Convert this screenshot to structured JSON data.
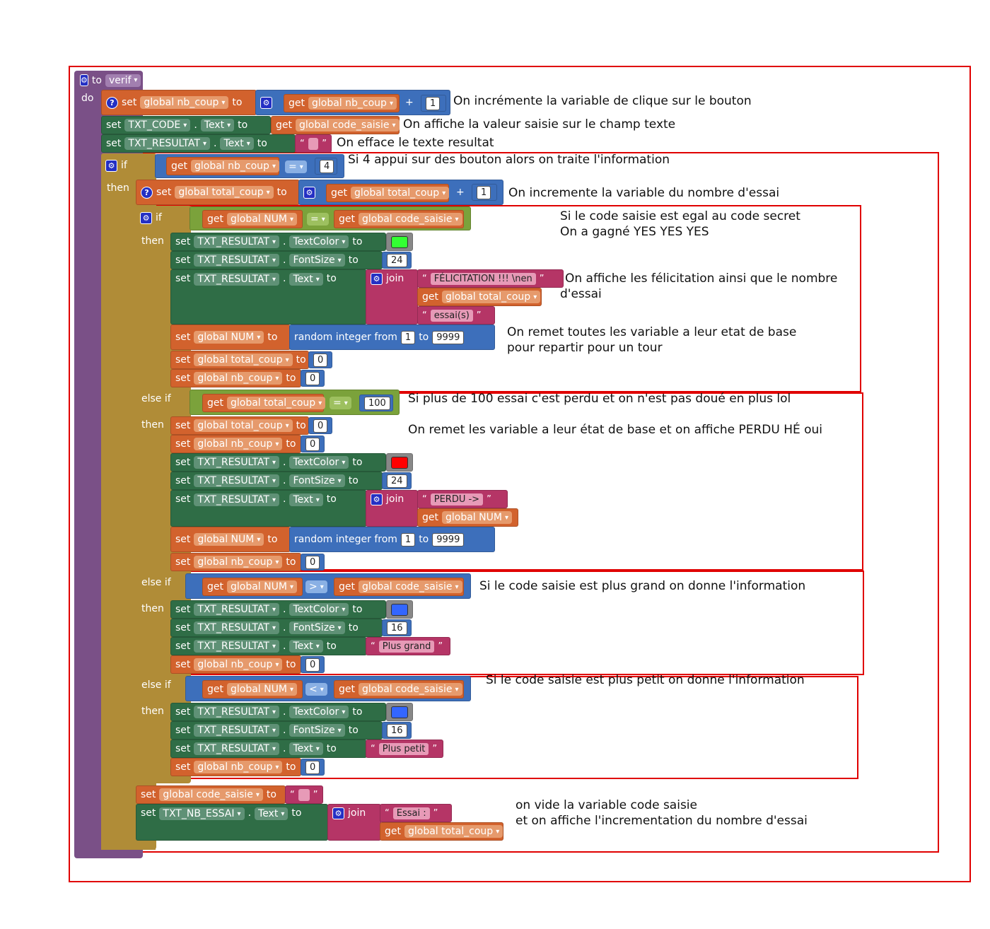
{
  "procedure": {
    "to_kw": "to",
    "name": "verif",
    "do_kw": "do"
  },
  "kw": {
    "set": "set",
    "to": "to",
    "get": "get",
    "if": "if",
    "then": "then",
    "else_if": "else if",
    "join": "join",
    "plus": "+",
    "dot": ".",
    "random": "random integer from",
    "q_open": "“",
    "q_close": "”"
  },
  "vars": {
    "nb_coup": "global nb_coup",
    "code_saisie": "global code_saisie",
    "total_coup": "global total_coup",
    "num": "global NUM"
  },
  "components": {
    "code": "TXT_CODE",
    "resultat": "TXT_RESULTAT",
    "nb_essai": "TXT_NB_ESSAI"
  },
  "props": {
    "text": "Text",
    "textcolor": "TextColor",
    "fontsize": "FontSize"
  },
  "ops": {
    "eq": "=",
    "gt": ">",
    "lt": "<"
  },
  "numbers": {
    "one": "1",
    "four": "4",
    "zero": "0",
    "n24": "24",
    "n16": "16",
    "n9999": "9999",
    "n100": "100"
  },
  "strings": {
    "felicitation": "FÉLICITATION !!!  \\nen",
    "essais": "essai(s)",
    "perdu": "PERDU ->",
    "plus_grand": "Plus grand",
    "plus_petit": "Plus petit",
    "essai": "Essai :"
  },
  "colors": {
    "procedure": "#7a5087",
    "control": "#b08c37",
    "variable": "#d2622d",
    "component": "#2f6d46",
    "math": "#3d6fbb",
    "logic": "#7ba23b",
    "text": "#b53566",
    "green": "#33ff33",
    "red": "#ff0000",
    "blue": "#3366ff",
    "annotation_box": "#e00000"
  },
  "comments": {
    "c1": "On incrémente la variable de clique sur le bouton",
    "c2": "On affiche la valeur saisie sur le champ texte",
    "c3": "On efface le texte resultat",
    "c4": "Si 4 appui sur des bouton alors on traite l'information",
    "c5": "On incremente la variable du nombre d'essai",
    "c6a": "Si le code saisie est egal au code secret",
    "c6b": "On a gagné YES YES YES",
    "c7a": "On affiche les félicitation ainsi que le nombre",
    "c7b": "d'essai",
    "c8a": "On remet toutes les variable a leur etat de base",
    "c8b": "pour repartir pour un tour",
    "c9": "Si plus de 100 essai c'est perdu et on n'est pas doué en plus lol",
    "c10": "On remet les variable a leur état de base et on affiche PERDU HÉ oui",
    "c11": "Si le code saisie est plus grand on donne l'information",
    "c12": "Si le code saisie est plus petit on donne l'information",
    "c13a": "on vide la variable code saisie",
    "c13b": "et on affiche l'incrementation du nombre d'essai"
  }
}
